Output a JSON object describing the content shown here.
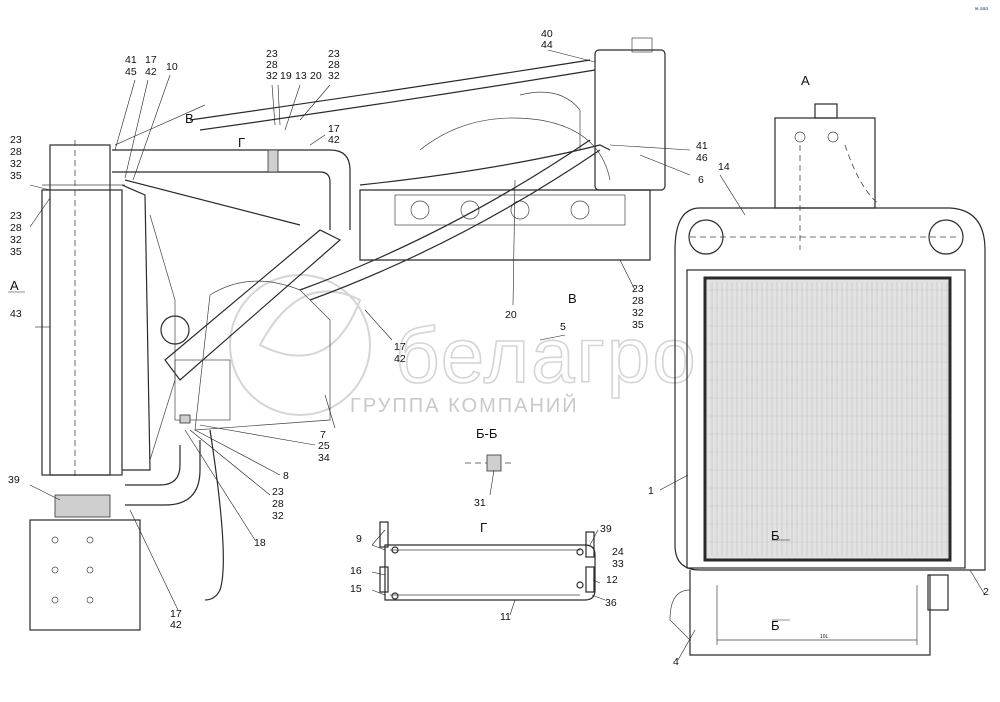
{
  "corner_mark": "ѩ ааа",
  "watermark": {
    "brand": "белагро",
    "subtitle": "ГРУППА КОМПАНИЙ"
  },
  "section_labels": [
    {
      "id": "A-top",
      "text": "А"
    },
    {
      "id": "A-left",
      "text": "А"
    },
    {
      "id": "B-side",
      "text": "Б"
    },
    {
      "id": "B-bottom",
      "text": "Б"
    },
    {
      "id": "BB-section",
      "text": "Б-Б"
    },
    {
      "id": "V-top",
      "text": "В"
    },
    {
      "id": "V-mid",
      "text": "В"
    },
    {
      "id": "G-top",
      "text": "Г"
    },
    {
      "id": "G-view",
      "text": "Г"
    }
  ],
  "callouts": [
    "40",
    "44",
    "41",
    "45",
    "17",
    "42",
    "10",
    "23",
    "28",
    "32",
    "19",
    "13",
    "20",
    "23",
    "28",
    "32",
    "17",
    "42",
    "23",
    "28",
    "32",
    "35",
    "23",
    "28",
    "32",
    "35",
    "43",
    "41",
    "46",
    "6",
    "14",
    "23",
    "28",
    "32",
    "35",
    "20",
    "5",
    "17",
    "42",
    "7",
    "25",
    "34",
    "8",
    "23",
    "28",
    "32",
    "18",
    "39",
    "17",
    "42",
    "31",
    "9",
    "39",
    "24",
    "33",
    "16",
    "15",
    "12",
    "36",
    "11",
    "1",
    "2",
    "4"
  ],
  "dimension_text": "10L"
}
